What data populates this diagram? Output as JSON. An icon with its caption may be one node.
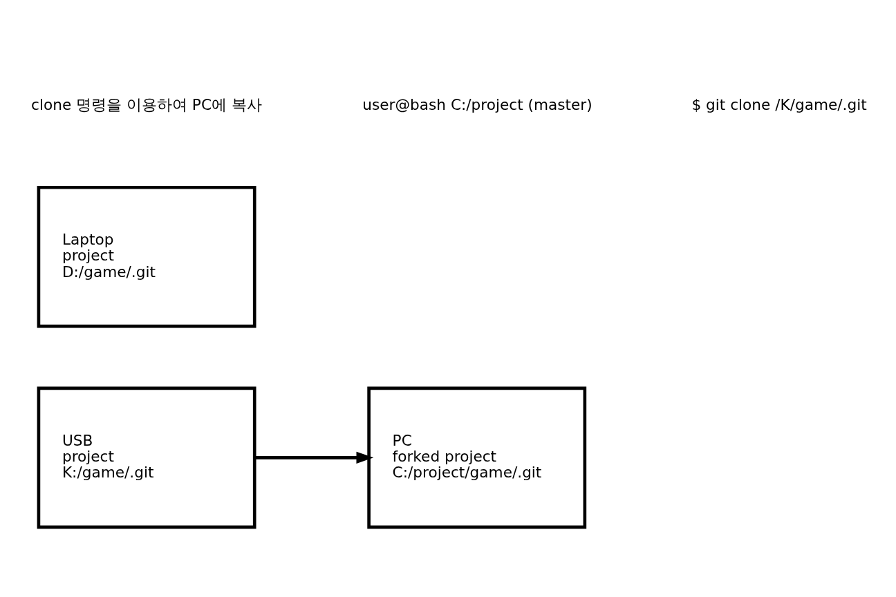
{
  "diagram": {
    "nodes": [
      {
        "text": [
          "USB",
          "project",
          "K:/game/.git"
        ]
      },
      {
        "text": [
          "PC",
          "forked project",
          "C:/project/game/.git"
        ]
      },
      {
        "text": [
          "Laptop",
          "project",
          "D:/game/.git"
        ]
      }
    ],
    "edges": [
      {
        "from": 0,
        "to": 1,
        "arrow": "to"
      }
    ],
    "labels": [
      "clone 명령을 이용하여 PC에 복사",
      "user@bash C:/project (master)",
      "$ git clone /K/game/.git"
    ]
  }
}
